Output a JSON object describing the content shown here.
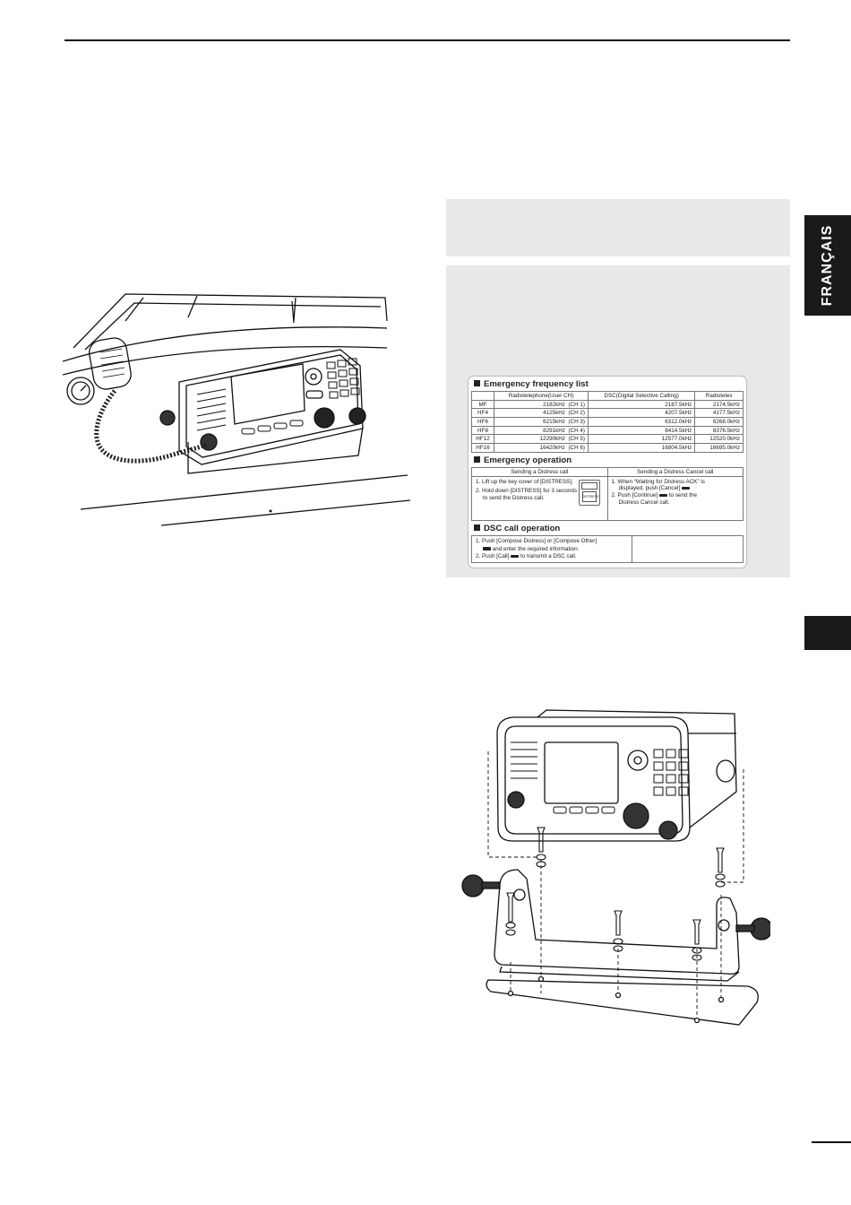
{
  "sidebar": {
    "language_tab": "FRANÇAIS"
  },
  "card": {
    "freq_title": "Emergency frequency list",
    "freq_headers": [
      "",
      "Radiotelephone(User CH)",
      "DSC(Digital Selective Calling)",
      "Radiotelex"
    ],
    "freq_rows": [
      {
        "band": "MF",
        "rt": "2182kHz",
        "ch": "(CH 1)",
        "dsc": "2187.5kHz",
        "telex": "2174.5kHz"
      },
      {
        "band": "HF4",
        "rt": "4125kHz",
        "ch": "(CH 2)",
        "dsc": "4207.5kHz",
        "telex": "4177.5kHz"
      },
      {
        "band": "HF6",
        "rt": "6215kHz",
        "ch": "(CH 3)",
        "dsc": "6312.0kHz",
        "telex": "6268.0kHz"
      },
      {
        "band": "HF8",
        "rt": "8291kHz",
        "ch": "(CH 4)",
        "dsc": "8414.5kHz",
        "telex": "8376.5kHz"
      },
      {
        "band": "HF12",
        "rt": "12290kHz",
        "ch": "(CH 5)",
        "dsc": "12577.0kHz",
        "telex": "12520.0kHz"
      },
      {
        "band": "HF16",
        "rt": "16420kHz",
        "ch": "(CH 6)",
        "dsc": "16804.5kHz",
        "telex": "16695.0kHz"
      }
    ],
    "ops_title": "Emergency operation",
    "send_distress_title": "Sending a Distress call",
    "send_distress_step1": "1. Lift up the key cover of [DISTRESS].",
    "send_distress_step2a": "2. Hold down [DISTRESS] for 3 seconds",
    "send_distress_step2b": "to send the Distress call.",
    "distress_key_label": "DISTRESS",
    "cancel_title": "Sending a Distress Cancel call",
    "cancel_step1a": "1. When “Waiting for Distress ACK” is",
    "cancel_step1b": "displayed, push [Cancel]",
    "cancel_step2a": "2. Push [Continue]",
    "cancel_step2b": "to send the",
    "cancel_step2c": "Distress Cancel call.",
    "dsc_title": "DSC call operation",
    "dsc_step1a": "1. Push [Compose Distress] or [Compose Other]",
    "dsc_step1b": "and enter the required information.",
    "dsc_step2a": "2. Push [Call]",
    "dsc_step2b": "to transmit a DSC call."
  },
  "colors": {
    "grey_box": "#e8e8e8",
    "tab": "#1a1a1a"
  },
  "icons": [
    "radio-installed-illustration",
    "bracket-mounting-diagram"
  ]
}
